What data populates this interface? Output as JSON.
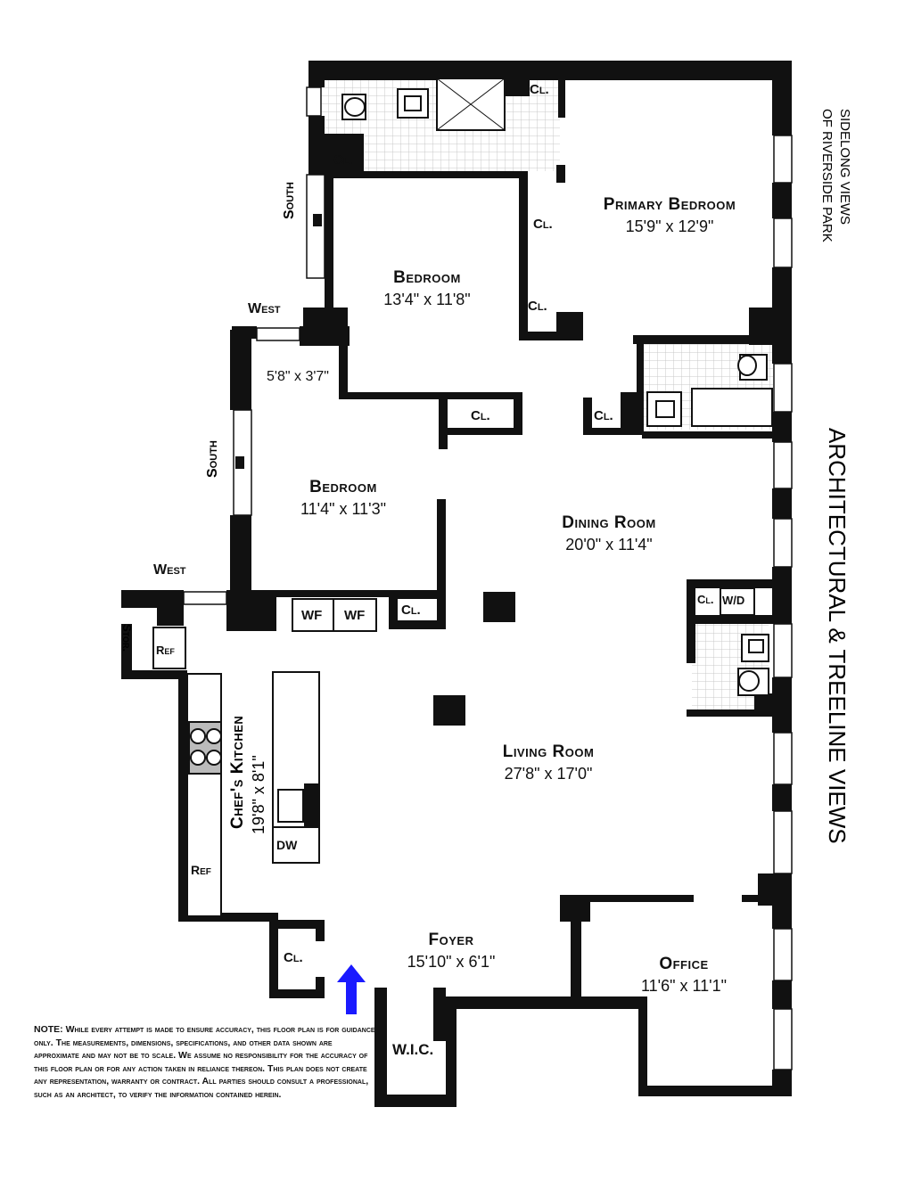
{
  "rooms": {
    "primary_bedroom": {
      "name": "Primary Bedroom",
      "dims": "15'9\"  x  12'9\""
    },
    "bedroom1": {
      "name": "Bedroom",
      "dims": "13'4\"  x  11'8\""
    },
    "bedroom2": {
      "name": "Bedroom",
      "dims": "11'4\"  x  11'3\""
    },
    "dining": {
      "name": "Dining Room",
      "dims": "20'0\"  x  11'4\""
    },
    "living": {
      "name": "Living Room",
      "dims": "27'8\"  x  17'0\""
    },
    "kitchen": {
      "name": "Chef's Kitchen",
      "dims": "19'8\"  x  8'1\""
    },
    "foyer": {
      "name": "Foyer",
      "dims": "15'10\"  x  6'1\""
    },
    "office": {
      "name": "Office",
      "dims": "11'6\"  x  11'1\""
    },
    "small_room": {
      "dims": "5'8\" x 3'7\""
    }
  },
  "labels": {
    "closet": "Cl.",
    "wf": "WF",
    "ref": "Ref",
    "stor": "Stor.",
    "dw": "DW",
    "wd": "W/D",
    "wic": "W.I.C."
  },
  "directions": {
    "south": "South",
    "west": "West"
  },
  "views": {
    "sidelong_line1": "SIDELONG VIEWS",
    "sidelong_line2": "OF RIVERSIDE PARK",
    "architectural": "ARCHITECTURAL & TREELINE VIEWS"
  },
  "note": {
    "lead": "NOTE:",
    "text": "While every attempt is made to ensure accuracy, this floor plan is for guidance only. The measurements, dimensions, specifications, and other data shown are approximate and may not be to scale. We assume no responsibility for the accuracy of this floor plan or for any action taken in reliance thereon. This plan does not create any representation, warranty or contract. All parties should consult a professional, such as an architect, to verify the information contained herein."
  },
  "colors": {
    "wall": "#111111",
    "entry_arrow": "#1a1aff",
    "tile": "#c8c8c8"
  }
}
